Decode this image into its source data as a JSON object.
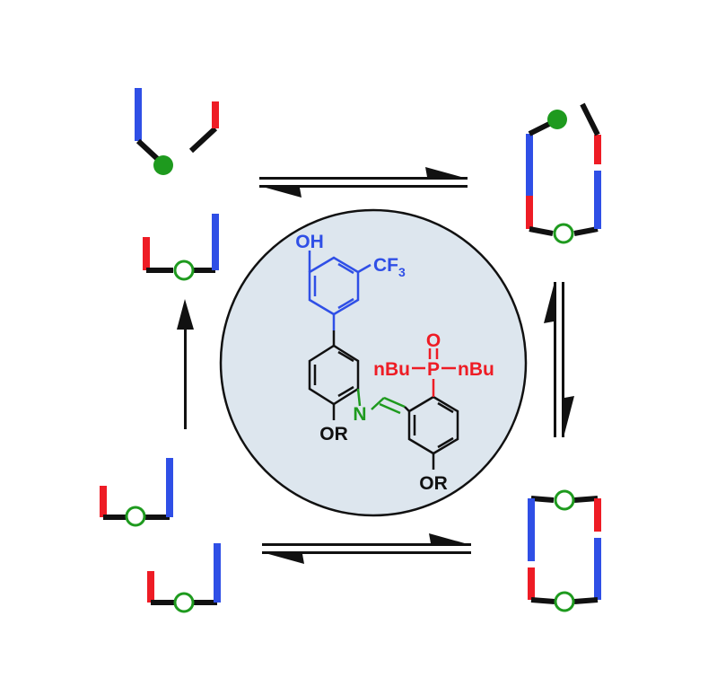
{
  "colors": {
    "blue": "#2f4fe6",
    "red": "#ee1c25",
    "black": "#111111",
    "green": "#1e9a1e",
    "circle_fill": "#dde6ee"
  },
  "labels": {
    "oh": "OH",
    "cf3_main": "CF",
    "cf3_sub": "3",
    "o_phosphoryl": "O",
    "p_atom": "P",
    "nbu_left": "nBu",
    "nbu_right": "nBu",
    "n_imine": "N",
    "or_left": "OR",
    "or_right": "OR"
  }
}
